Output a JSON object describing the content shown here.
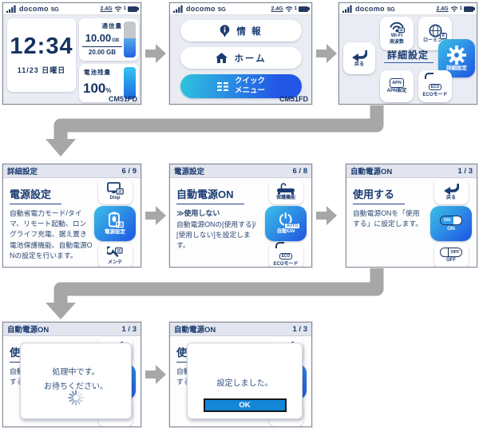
{
  "colors": {
    "navy": "#1b3c71",
    "tile_blue_start": "#3bc0e8",
    "tile_blue_end": "#1e55e2",
    "arrow_gray": "#a7a7a7",
    "ok_blue": "#1486d8",
    "header_bg": "#e2e5ee"
  },
  "statusbar": {
    "carrier": "docomo",
    "network": "5G",
    "band": "2.4G",
    "clients": "1"
  },
  "screen1": {
    "time": "12:34",
    "date": "11/23 日曜日",
    "usage_label": "通信量",
    "usage_used": "10.00",
    "usage_unit": "GB",
    "usage_total": "20.00 GB",
    "battery_label": "電池残量",
    "battery_value": "100",
    "battery_unit": "%",
    "device": "CM51FD"
  },
  "screen2": {
    "info": "情 報",
    "home": "ホーム",
    "quick_line1": "クイック",
    "quick_line2": "メニュー",
    "device": "CM51FD"
  },
  "screen3": {
    "title": "詳細設定",
    "wifi_line1": "Wi-Fi",
    "wifi_line2": "周波数",
    "roaming": "ローミング",
    "roaming_badge": "R",
    "back": "戻る",
    "selected": "詳細設定",
    "apn_badge": "APN",
    "apn": "APN設定",
    "eco_badge": "ECO",
    "eco": "ECOモード"
  },
  "screen4": {
    "header": "詳細設定",
    "page": "6 / 9",
    "title": "電源設定",
    "body": "自動省電力モード/タイマ、リモート起動、ロングライフ充電、据え置き電池保護機能、自動電源ONの設定を行います。",
    "tile_top": "Disp",
    "tile_selected": "電源設定",
    "tile_bottom": "メンテ"
  },
  "screen5": {
    "header": "電源設定",
    "page": "6 / 8",
    "title": "自動電源ON",
    "current": "≫使用しない",
    "body": "自動電源ONの[使用する]/[使用しない]を設定します。",
    "tile_top": "保護機能",
    "tile_selected": "自動ON",
    "auto_badge": "AUTO",
    "tile_bottom": "ECOモード",
    "eco_badge": "ECO"
  },
  "screen6": {
    "header": "自動電源ON",
    "page": "1 / 3",
    "title": "使用する",
    "body": "自動電源ONを「使用する」に設定します。",
    "back": "戻る",
    "on_label": "ON",
    "on_toggle": "ON",
    "off_label": "OFF",
    "off_toggle": "OFF"
  },
  "screen7": {
    "header": "自動電源ON",
    "page": "1 / 3",
    "line1": "処理中です。",
    "line2": "お待ちください。"
  },
  "screen8": {
    "header": "自動電源ON",
    "page": "1 / 3",
    "message": "設定しました。",
    "ok": "OK"
  }
}
